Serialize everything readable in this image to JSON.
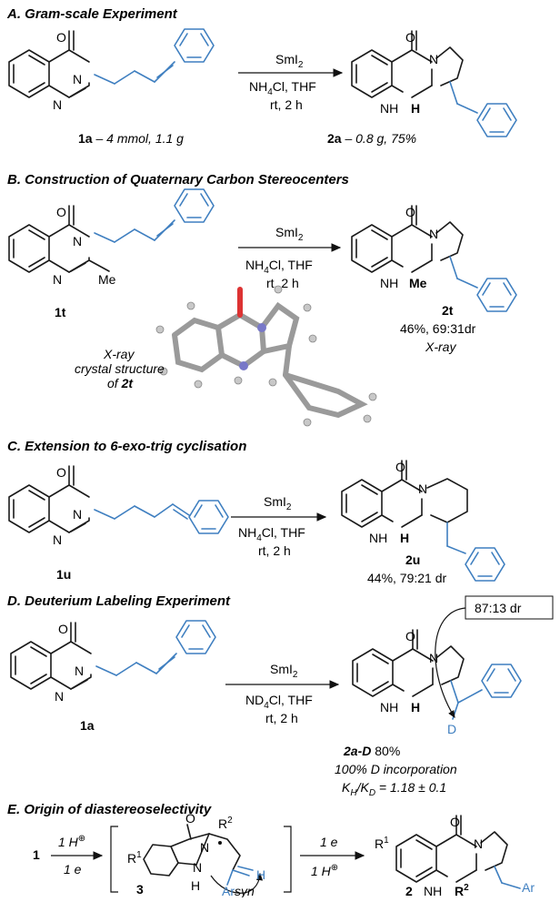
{
  "sections": {
    "a": {
      "title": "A. Gram-scale Experiment",
      "reagent": "SmI",
      "reagent_sub": "2",
      "cond1_a": "NH",
      "cond1_sub": "4",
      "cond1_b": "Cl, THF",
      "cond2": "rt, 2 h",
      "sm_label": "1a",
      "sm_note": " – 4 mmol, 1.1 g",
      "prod_label": "2a",
      "prod_note": " – 0.8 g, 75%"
    },
    "b": {
      "title": "B. Construction of Quaternary Carbon Stereocenters",
      "reagent": "SmI",
      "reagent_sub": "2",
      "cond1_a": "NH",
      "cond1_sub": "4",
      "cond1_b": "Cl, THF",
      "cond2": "rt, 2 h",
      "sm_label": "1t",
      "prod_label": "2t",
      "yield": "46%, 69:31dr",
      "xray": "X-ray",
      "xray_caption_1": "X-ray",
      "xray_caption_2": "crystal structure",
      "xray_caption_3a": "of ",
      "xray_caption_3b": "2t",
      "me": "Me"
    },
    "c": {
      "title": "C. Extension to 6-exo-trig cyclisation",
      "reagent": "SmI",
      "reagent_sub": "2",
      "cond1_a": "NH",
      "cond1_sub": "4",
      "cond1_b": "Cl, THF",
      "cond2": "rt, 2 h",
      "sm_label": "1u",
      "prod_label": "2u",
      "yield": "44%, 79:21 dr"
    },
    "d": {
      "title": "D. Deuterium Labeling Experiment",
      "reagent": "SmI",
      "reagent_sub": "2",
      "cond1_a": "ND",
      "cond1_sub": "4",
      "cond1_b": "Cl, THF",
      "cond2": "rt, 2 h",
      "sm_label": "1a",
      "prod_label": "2a-D",
      "yield": " 80%",
      "incorp": "100% D incorporation",
      "kie_a": "K",
      "kie_h": "H",
      "kie_b": "/K",
      "kie_d": "D",
      "kie_c": " = 1.18 ± 0.1",
      "dr_box": "87:13 dr",
      "d_atom": "D"
    },
    "e": {
      "title": "E. Origin of diastereoselectivity",
      "sm": "1",
      "step1_top": "1 H",
      "step1_bot": "1 e",
      "int_label": "3",
      "step2_top": "1 e",
      "step2_bot": "1 H",
      "prod": "2",
      "r1": "R",
      "r1_sup": "1",
      "r2": "R",
      "r2_sup": "2",
      "ar": "Ar",
      "syn": "syn",
      "h": "H"
    }
  },
  "atoms": {
    "o": "O",
    "n": "N",
    "nh": "N",
    "h": "H"
  }
}
